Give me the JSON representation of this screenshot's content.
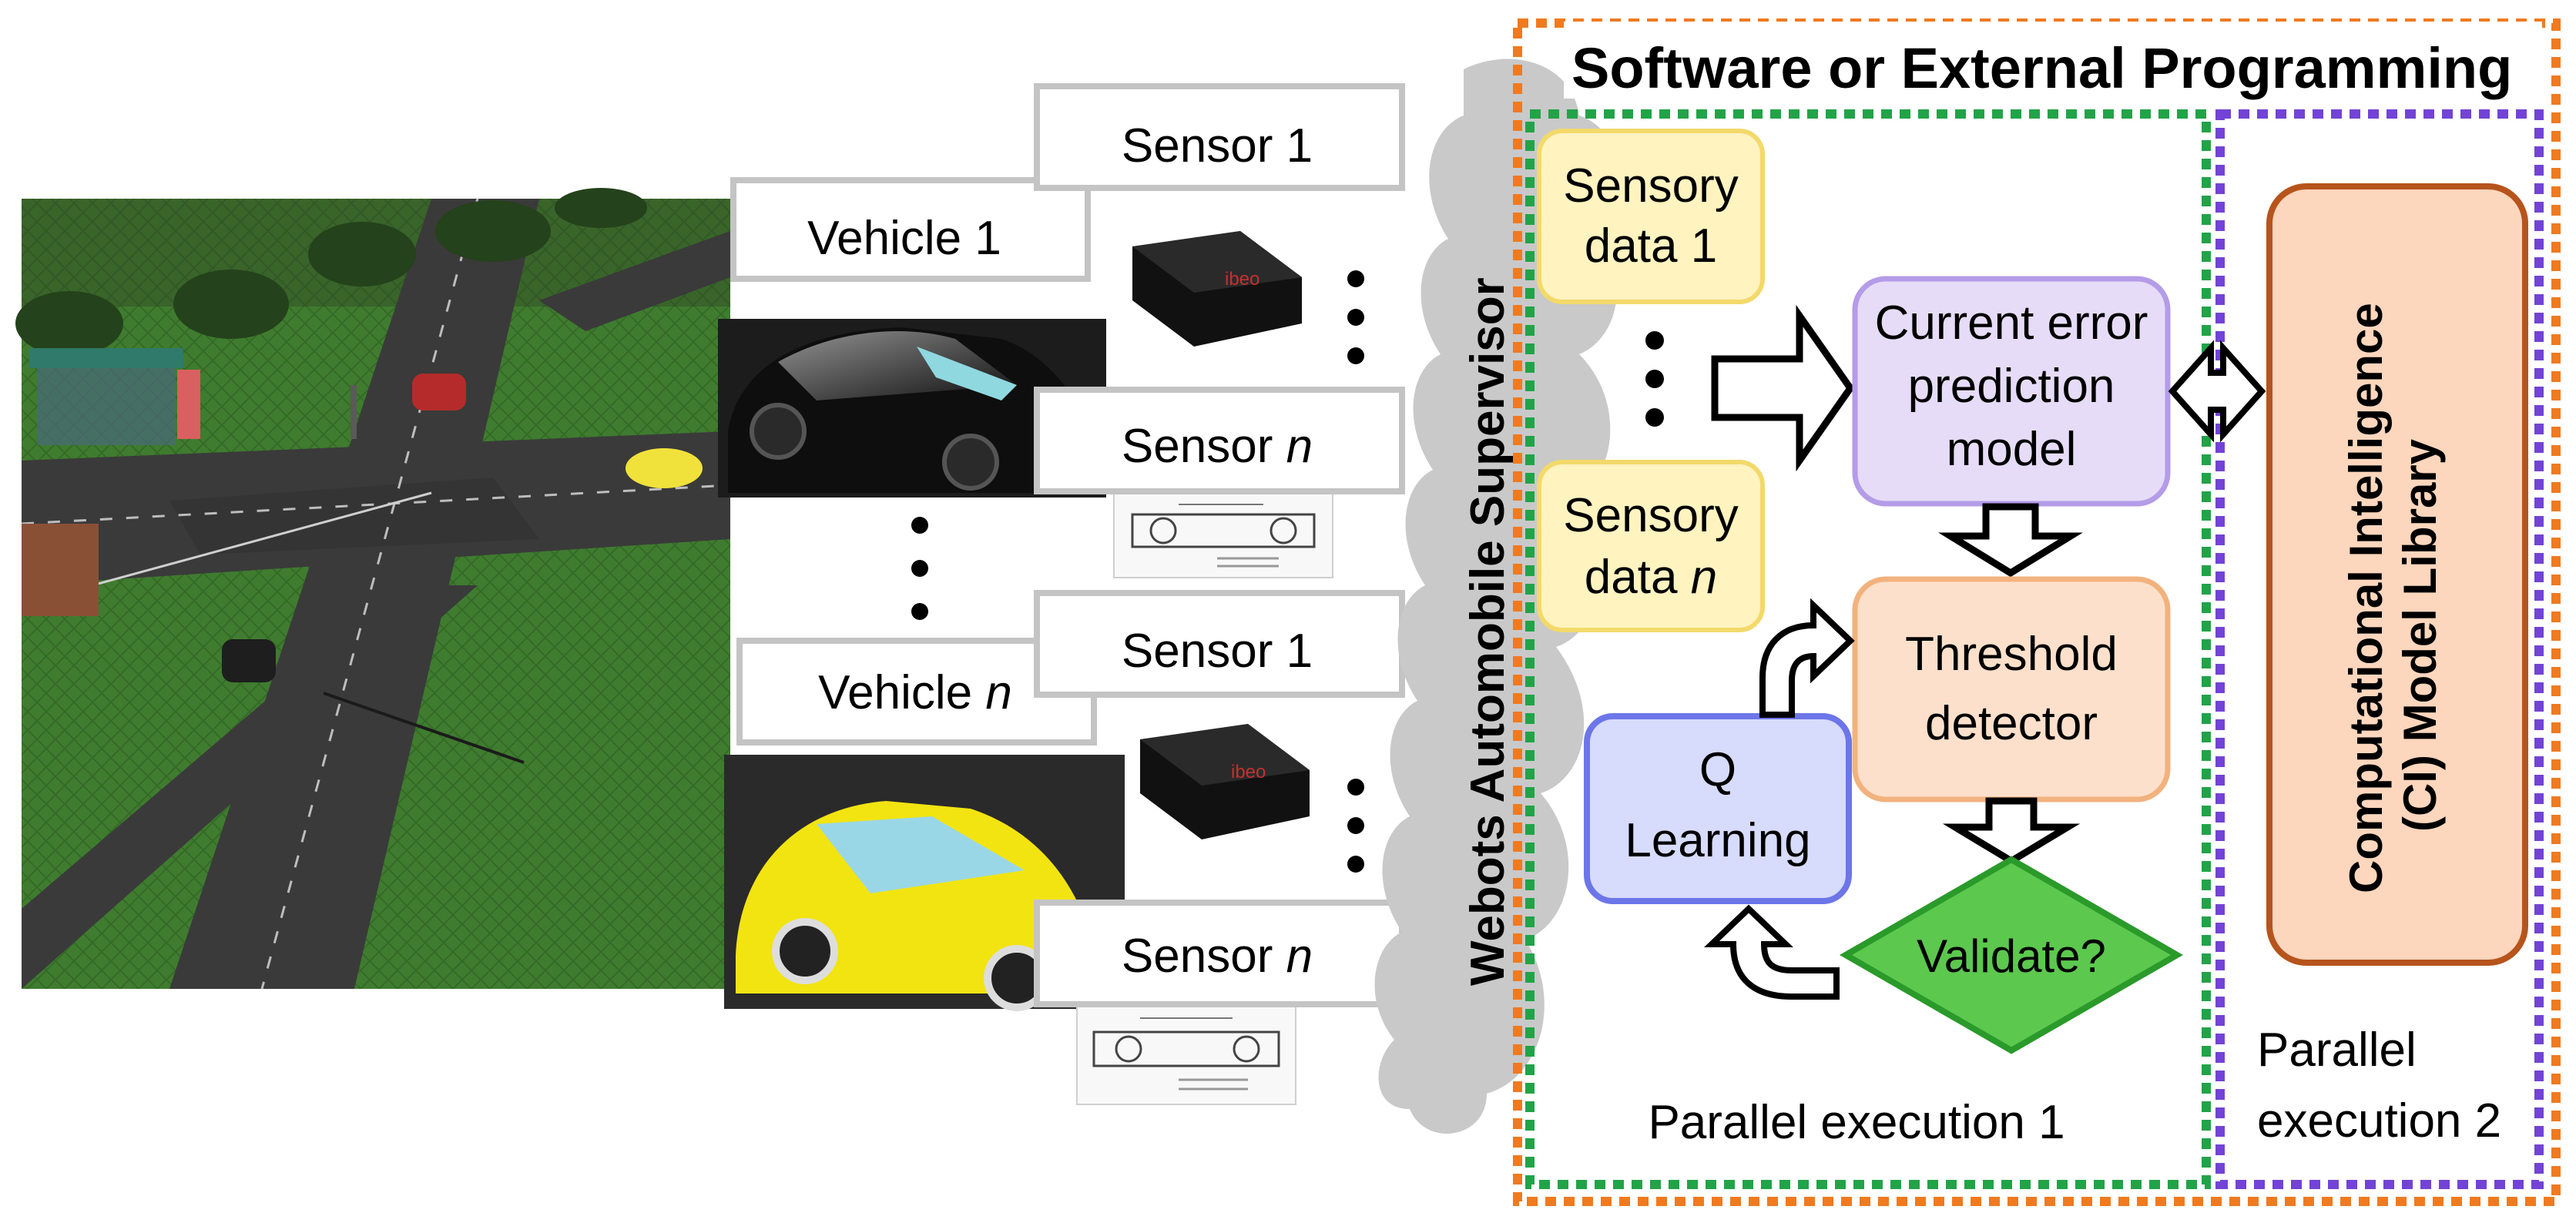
{
  "header": {
    "title": "Software or External Programming"
  },
  "supervisor": {
    "label": "Webots Automobile Supervisor"
  },
  "vehicles": [
    {
      "label_prefix": "Vehicle ",
      "label_em": "1",
      "sensor_a": {
        "prefix": "Sensor ",
        "em": "1"
      },
      "sensor_b": {
        "prefix": "Sensor ",
        "em": "n"
      },
      "car_color": "#1a1a1a"
    },
    {
      "label_prefix": "Vehicle ",
      "label_em": "n",
      "sensor_a": {
        "prefix": "Sensor ",
        "em": "1"
      },
      "sensor_b": {
        "prefix": "Sensor ",
        "em": "n"
      },
      "car_color": "#f2e411"
    }
  ],
  "lidar_brand": "ibeo",
  "flow": {
    "sensory_1": {
      "line1": "Sensory",
      "line2": "data 1"
    },
    "sensory_n": {
      "line1": "Sensory",
      "line2_prefix": "data ",
      "line2_em": "n"
    },
    "prediction": {
      "line1": "Current error",
      "line2": "prediction",
      "line3": "model"
    },
    "threshold": {
      "line1": "Threshold",
      "line2": "detector"
    },
    "qlearning": {
      "line1": "Q",
      "line2": "Learning"
    },
    "validate": {
      "label": "Validate?"
    },
    "parallel_1": "Parallel execution 1"
  },
  "library": {
    "line1": "Computational Intelligence",
    "line2": "(CI) Model Library",
    "parallel_2_line1": "Parallel",
    "parallel_2_line2": "execution 2"
  },
  "colors": {
    "outer_border": "#f07a1f",
    "green_border": "#22a348",
    "purple_border": "#7243d6",
    "sensory_fill": "#fff3c0",
    "sensory_stroke": "#f3d96a",
    "prediction_fill": "#e6dcf7",
    "prediction_stroke": "#b49ce8",
    "threshold_fill": "#fde0cb",
    "threshold_stroke": "#f2b27e",
    "qlearning_fill": "#d7dbfc",
    "qlearning_stroke": "#6c76e8",
    "validate_fill": "#5cc84e",
    "validate_stroke": "#2a9a2a",
    "library_fill": "#fcd6bd",
    "library_stroke": "#b6541c",
    "grass": "#3d7a2e",
    "road": "#3a3a3a",
    "cloud": "#c9c9c9"
  }
}
